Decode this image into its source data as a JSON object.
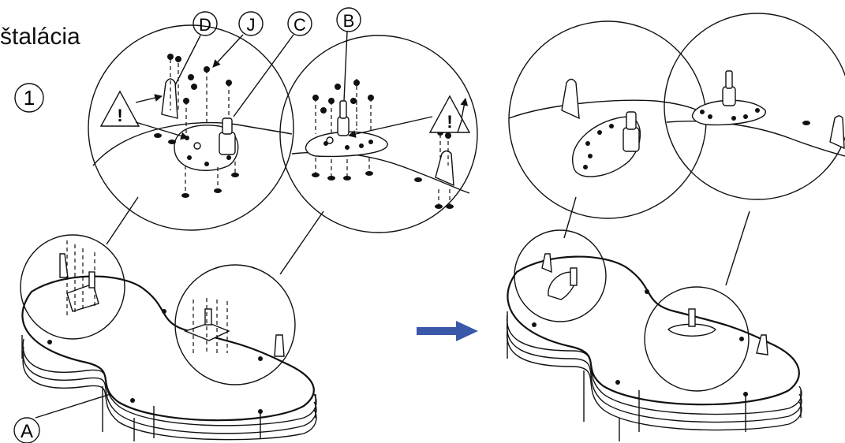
{
  "title": "štalácia",
  "step_number": "1",
  "callouts": {
    "A": "A",
    "B": "B",
    "C": "C",
    "D": "D",
    "J": "J"
  },
  "warning_symbol": "!",
  "arrow_color": "#3a58a8",
  "icons": [
    "warning-icon",
    "arrow-right-icon"
  ]
}
